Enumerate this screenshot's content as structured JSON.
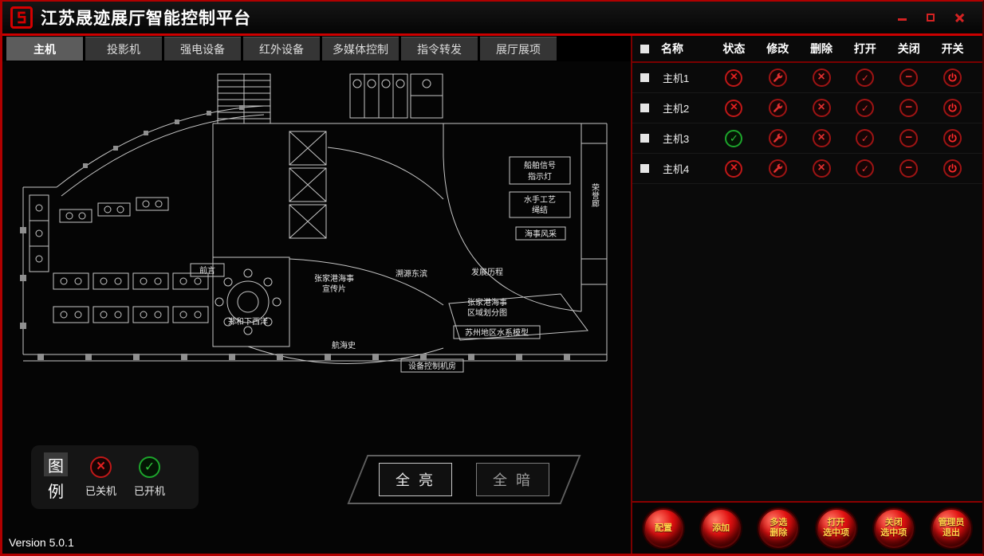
{
  "window": {
    "title": "江苏晟迹展厅智能控制平台",
    "version": "Version 5.0.1"
  },
  "tabs": [
    {
      "label": "主机",
      "active": true
    },
    {
      "label": "投影机",
      "active": false
    },
    {
      "label": "强电设备",
      "active": false
    },
    {
      "label": "红外设备",
      "active": false
    },
    {
      "label": "多媒体控制",
      "active": false
    },
    {
      "label": "指令转发",
      "active": false
    },
    {
      "label": "展厅展项",
      "active": false
    }
  ],
  "floorplan": {
    "labels": {
      "signal1": "船舶信号",
      "signal2": "指示灯",
      "knots1": "水手工艺",
      "knots2": "绳结",
      "style": "海事风采",
      "honor": "荣誉廊",
      "preface": "前言",
      "promo1": "张家港海事",
      "promo2": "宣传片",
      "origin": "溯源东滨",
      "history": "发展历程",
      "zone1": "张家港海事",
      "zone2": "区域划分图",
      "water": "苏州地区水系模型",
      "nav": "航海史",
      "ctrl": "设备控制机房",
      "zhenghe": "郑和下西洋"
    }
  },
  "legend": {
    "char1": "图",
    "char2": "例",
    "off": "已关机",
    "on": "已开机",
    "off_color": "#e02020",
    "on_color": "#20c030"
  },
  "scene": {
    "all_bright": "全 亮",
    "all_dark": "全 暗"
  },
  "device_table": {
    "headers": [
      "名称",
      "状态",
      "修改",
      "删除",
      "打开",
      "关闭",
      "开关"
    ],
    "rows": [
      {
        "name": "主机1",
        "status": "off"
      },
      {
        "name": "主机2",
        "status": "off"
      },
      {
        "name": "主机3",
        "status": "on"
      },
      {
        "name": "主机4",
        "status": "off"
      }
    ]
  },
  "actions": [
    {
      "line1": "配置",
      "line2": ""
    },
    {
      "line1": "添加",
      "line2": ""
    },
    {
      "line1": "多选",
      "line2": "删除"
    },
    {
      "line1": "打开",
      "line2": "选中项"
    },
    {
      "line1": "关闭",
      "line2": "选中项"
    },
    {
      "line1": "管理员",
      "line2": "退出"
    }
  ],
  "colors": {
    "accent": "#cc0000"
  }
}
